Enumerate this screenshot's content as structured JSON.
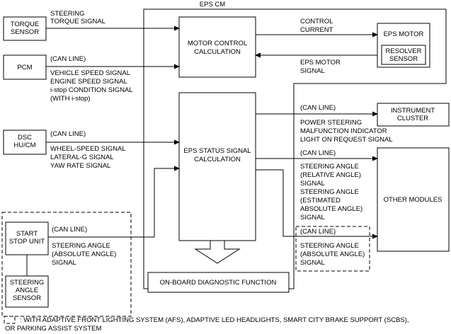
{
  "title": "EPS CM",
  "blocks": {
    "torque_sensor": [
      "TORQUE",
      "SENSOR"
    ],
    "pcm": "PCM",
    "dsc": [
      "DSC",
      "HU/CM"
    ],
    "start_stop": [
      "START",
      "STOP UNIT"
    ],
    "steering_sensor": [
      "STEERING",
      "ANGLE",
      "SENSOR"
    ],
    "motor_control": [
      "MOTOR CONTROL",
      "CALCULATION"
    ],
    "eps_status": [
      "EPS STATUS SIGNAL",
      "CALCULATION"
    ],
    "obd": "ON-BOARD DIAGNOSTIC FUNCTION",
    "eps_motor": "EPS MOTOR",
    "resolver": [
      "RESOLVER",
      "SENSOR"
    ],
    "instrument": [
      "INSTRUMENT",
      "CLUSTER"
    ],
    "other_modules": "OTHER MODULES"
  },
  "signals": {
    "steering_torque": [
      "STEERING",
      "TORQUE SIGNAL"
    ],
    "pcm_can": "(CAN LINE)",
    "pcm_signals": [
      "VEHICLE SPEED SIGNAL",
      "ENGINE SPEED SIGNAL",
      "i-stop CONDITION SIGNAL",
      "(WITH i-stop)"
    ],
    "dsc_can": "(CAN LINE)",
    "dsc_signals": [
      "WHEEL-SPEED SIGNAL",
      "LATERAL-G SIGNAL",
      "YAW RATE SIGNAL"
    ],
    "ss_can": "(CAN LINE)",
    "ss_signals": [
      "STEERING ANGLE",
      "(ABSOLUTE ANGLE)",
      "SIGNAL"
    ],
    "control_current": [
      "CONTROL",
      "CURRENT"
    ],
    "eps_motor_signal": [
      "EPS MOTOR",
      "SIGNAL"
    ],
    "ic_can": "(CAN LINE)",
    "ic_signals": [
      "POWER STEERING",
      "MALFUNCTION INDICATOR",
      "LIGHT ON REQUEST SIGNAL"
    ],
    "om_can": "(CAN LINE)",
    "om_signals": [
      "STEERING ANGLE",
      "(RELATIVE ANGLE)",
      "SIGNAL",
      "STEERING ANGLE",
      "(ESTIMATED",
      "ABSOLUTE ANGLE)",
      "SIGNAL"
    ],
    "om2_can": "(CAN LINE)",
    "om2_signals": [
      "STEERING ANGLE",
      "(ABSOLUTE ANGLE)",
      "SIGNAL"
    ]
  },
  "legend": [
    "WITH ADAPTIVE FRONT LIGHTING SYSTEM (AFS), ADAPTIVE LED HEADLIGHTS, SMART CITY BRAKE SUPPORT (SCBS),",
    "OR PARKING ASSIST SYSTEM"
  ]
}
